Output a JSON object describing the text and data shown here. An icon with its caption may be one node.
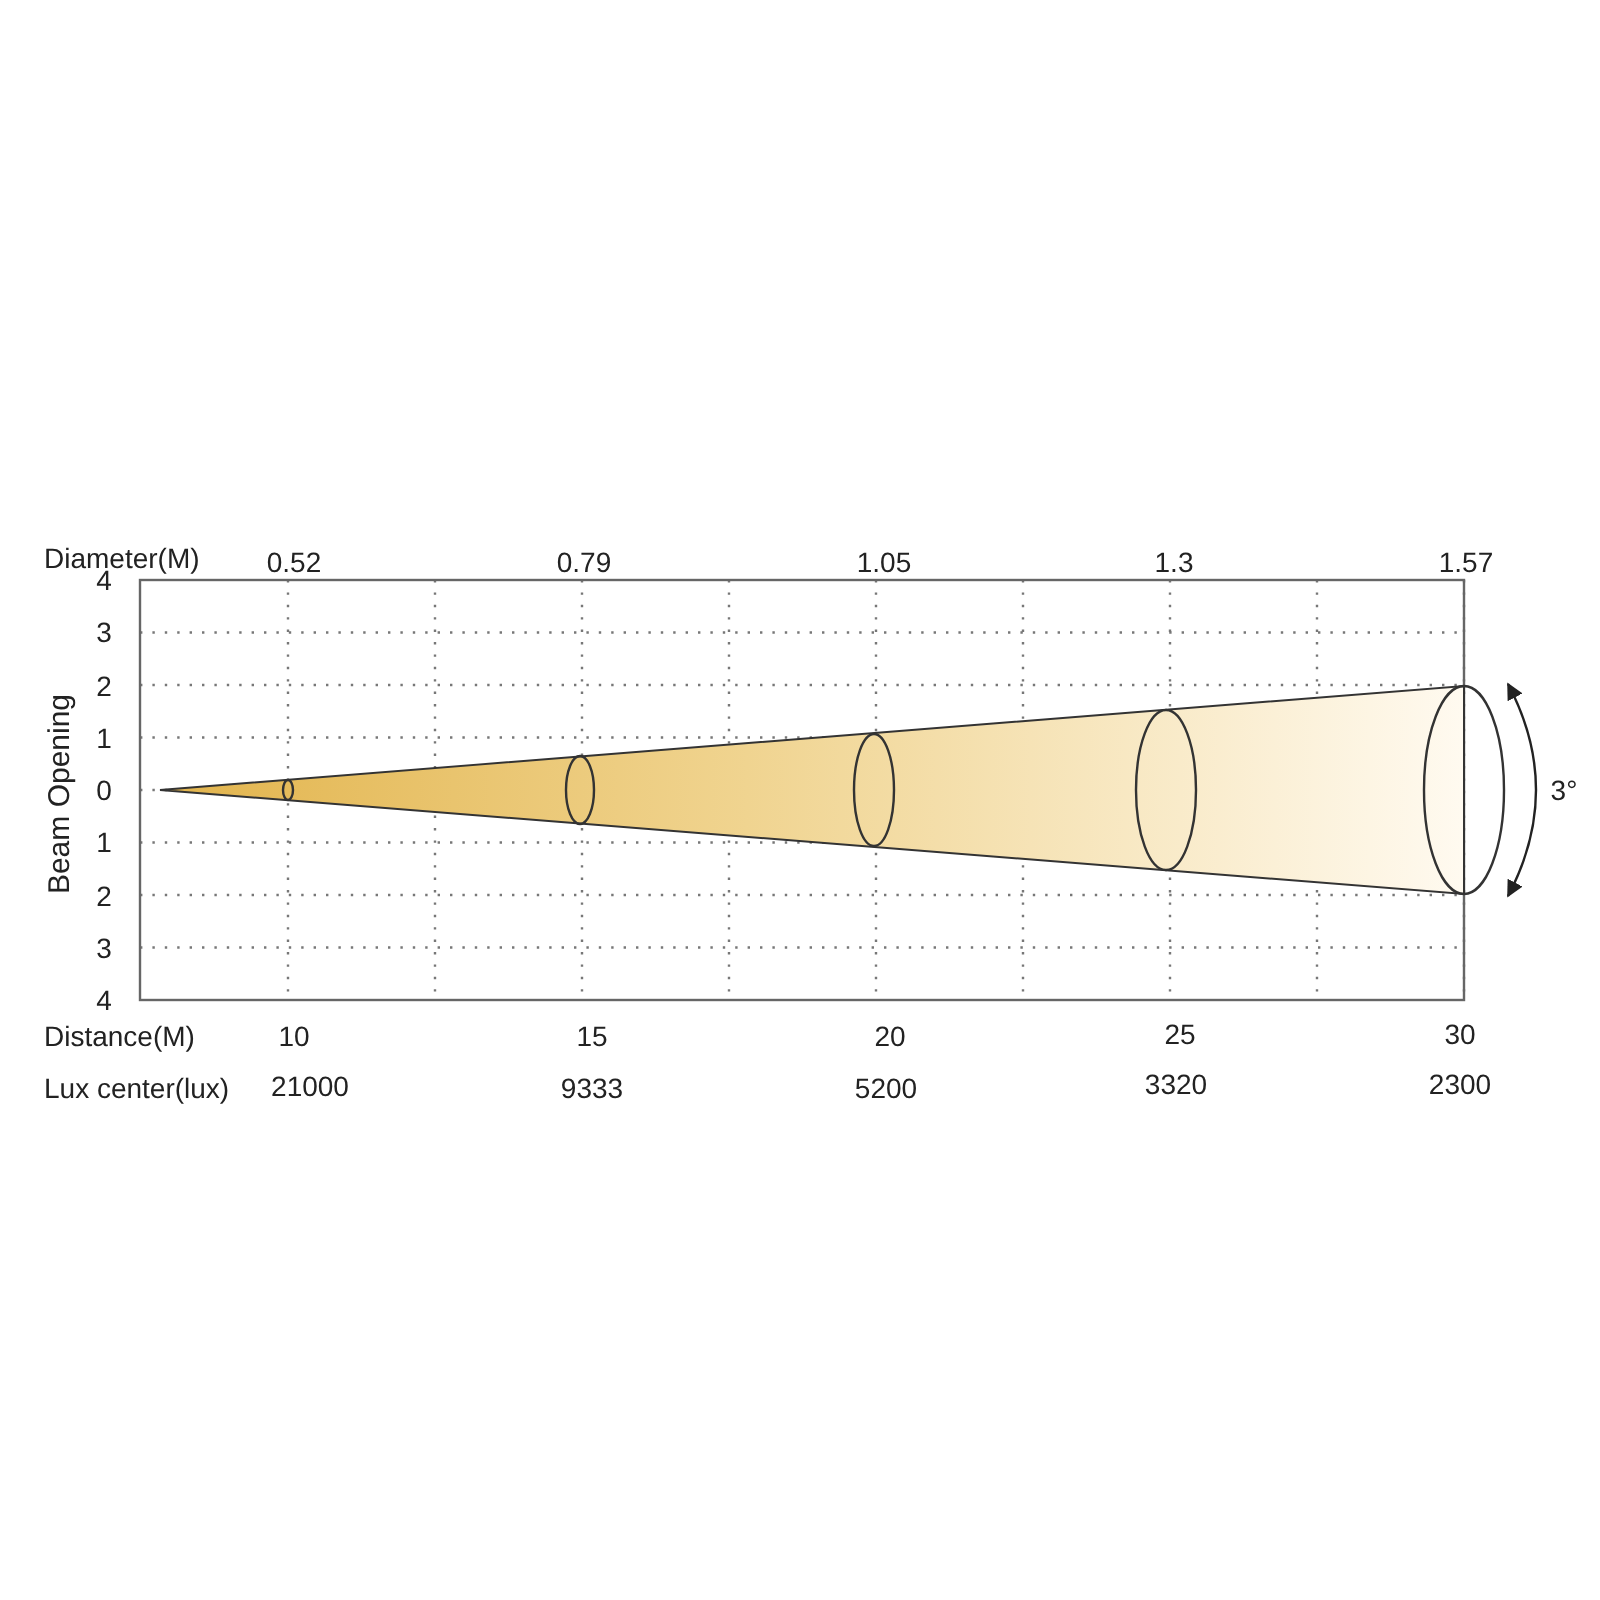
{
  "diagram": {
    "labels": [
      "Diameter(M)",
      "0.52",
      "0.79",
      "1.05",
      "1.3",
      "1.57",
      "4",
      "3",
      "2",
      "1",
      "Beam Opening",
      "0",
      "3°",
      "1",
      "2",
      "3",
      "4",
      "Distance(M)",
      "10",
      "15",
      "20",
      "25",
      "30",
      "Lux center(lux)",
      "21000",
      "9333",
      "5200",
      "3320",
      "2300"
    ]
  }
}
